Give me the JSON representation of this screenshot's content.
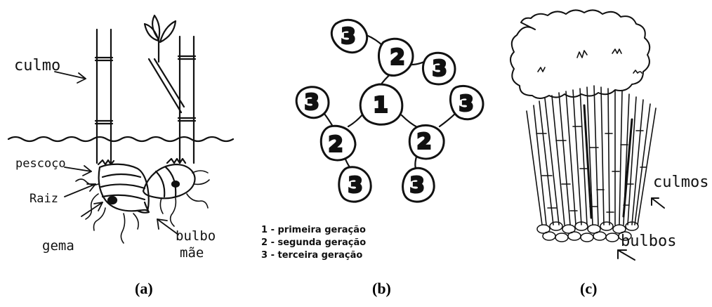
{
  "panel_a": {
    "labels": {
      "culmo": "culmo",
      "pescoco": "pescoço",
      "raiz": "Raiz",
      "gema": "gema",
      "bulbo_line1": "bulbo",
      "bulbo_line2": "mãe"
    },
    "caption": "(a)"
  },
  "panel_b": {
    "nodes": {
      "n1": "1",
      "n2_top": "2",
      "n2_left": "2",
      "n2_right": "2",
      "n3_topleft": "3",
      "n3_topright": "3",
      "n3_left": "3",
      "n3_right": "3",
      "n3_bottomleft": "3",
      "n3_bottomright": "3"
    },
    "legend": [
      "1 - primeira geração",
      "2 - segunda geração",
      "3 - terceira geração"
    ],
    "caption": "(b)"
  },
  "panel_c": {
    "labels": {
      "culmos": "culmos",
      "bulbos": "bulbos"
    },
    "caption": "(c)"
  }
}
